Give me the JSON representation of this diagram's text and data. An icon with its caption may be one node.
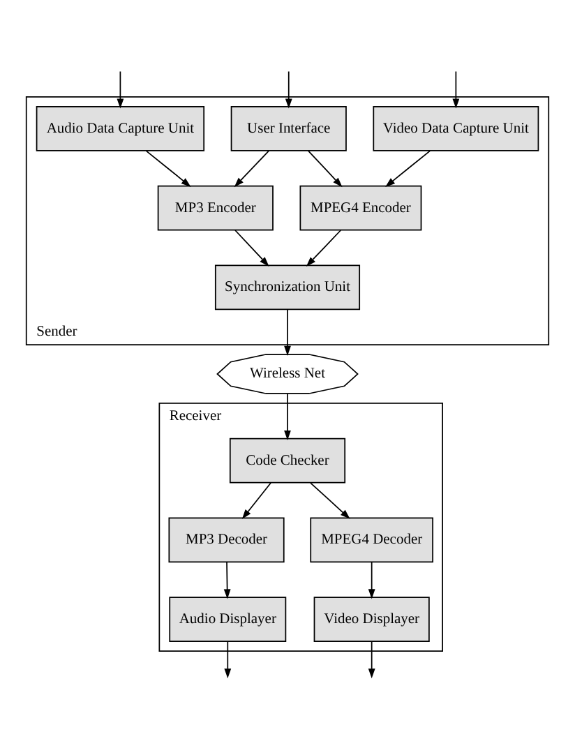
{
  "diagram": {
    "nodes": [
      {
        "text": [
          "Sender"
        ]
      },
      {
        "text": [
          "Audio Data Capture Unit"
        ],
        "in": 0
      },
      {
        "text": [
          "User Interface"
        ],
        "in": 0
      },
      {
        "text": [
          "Video Data Capture Unit"
        ],
        "in": 0
      },
      {
        "text": [
          "MP3 Encoder"
        ],
        "in": 0
      },
      {
        "text": [
          "MPEG4 Encoder"
        ],
        "in": 0
      },
      {
        "text": [
          "Synchronization Unit"
        ],
        "in": 0
      },
      {
        "text": [
          "Wireless Net"
        ]
      },
      {
        "text": [
          "Receiver"
        ]
      },
      {
        "text": [
          "Code Checker"
        ],
        "in": 8
      },
      {
        "text": [
          "MP3 Decoder"
        ],
        "in": 8
      },
      {
        "text": [
          "MPEG4 Decoder"
        ],
        "in": 8
      },
      {
        "text": [
          "Audio Displayer"
        ],
        "in": 8
      },
      {
        "text": [
          "Video Displayer"
        ],
        "in": 8
      }
    ],
    "edges": [
      {
        "from": null,
        "to": 1,
        "arrow": "to"
      },
      {
        "from": null,
        "to": 2,
        "arrow": "to"
      },
      {
        "from": null,
        "to": 3,
        "arrow": "to"
      },
      {
        "from": 1,
        "to": 4,
        "arrow": "to"
      },
      {
        "from": 2,
        "to": 4,
        "arrow": "to"
      },
      {
        "from": 2,
        "to": 5,
        "arrow": "to"
      },
      {
        "from": 3,
        "to": 5,
        "arrow": "to"
      },
      {
        "from": 4,
        "to": 6,
        "arrow": "to"
      },
      {
        "from": 5,
        "to": 6,
        "arrow": "to"
      },
      {
        "from": 6,
        "to": 7,
        "arrow": "to"
      },
      {
        "from": 7,
        "to": 9,
        "arrow": "to"
      },
      {
        "from": 9,
        "to": 10,
        "arrow": "to"
      },
      {
        "from": 9,
        "to": 11,
        "arrow": "to"
      },
      {
        "from": 10,
        "to": 12,
        "arrow": "to"
      },
      {
        "from": 11,
        "to": 13,
        "arrow": "to"
      },
      {
        "from": 12,
        "to": null,
        "arrow": "to"
      },
      {
        "from": 13,
        "to": null,
        "arrow": "to"
      }
    ]
  }
}
